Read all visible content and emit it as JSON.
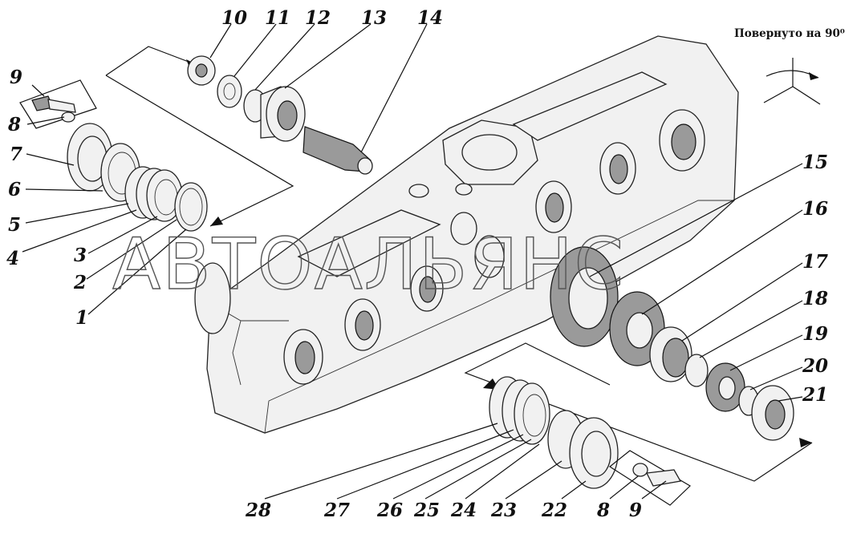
{
  "note": "Повернуто на 90⁰",
  "watermark": "АВТОАЛЬЯНС",
  "labels": [
    "1",
    "2",
    "3",
    "4",
    "5",
    "6",
    "7",
    "8",
    "9",
    "10",
    "11",
    "12",
    "13",
    "14",
    "15",
    "16",
    "17",
    "18",
    "19",
    "20",
    "21",
    "22",
    "23",
    "24",
    "25",
    "26",
    "27",
    "28",
    "8",
    "9"
  ]
}
